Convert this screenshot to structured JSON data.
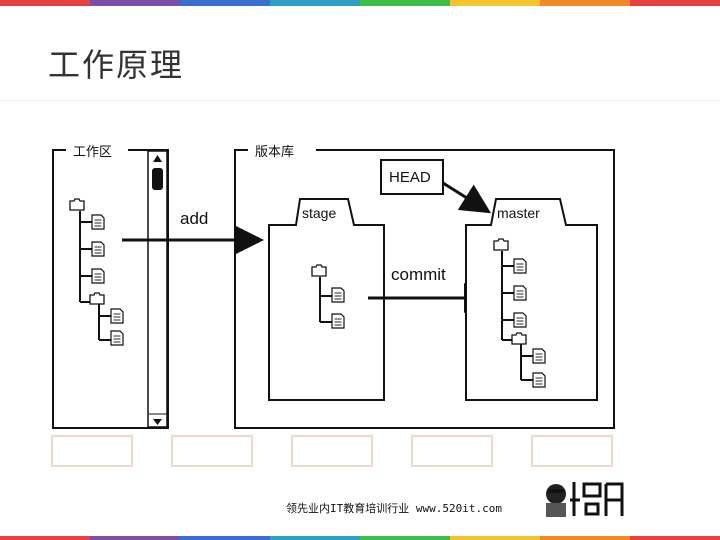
{
  "page": {
    "title": "工作原理",
    "footer_text": "领先业内IT教育培训行业 www.520it.com",
    "logo_text": "小码哥"
  },
  "diagram": {
    "working_dir_label": "工作区",
    "repo_label": "版本库",
    "stage_label": "stage",
    "master_label": "master",
    "head_label": "HEAD",
    "add_label": "add",
    "commit_label": "commit"
  },
  "colors": {
    "top_stripes": [
      "#e8403f",
      "#7b4ea8",
      "#3a6fd0",
      "#2ea0c8",
      "#3cbf4a",
      "#f4c430",
      "#f08a24",
      "#e8403f"
    ],
    "line": "#111111",
    "watermark": "#f3ddd6"
  }
}
